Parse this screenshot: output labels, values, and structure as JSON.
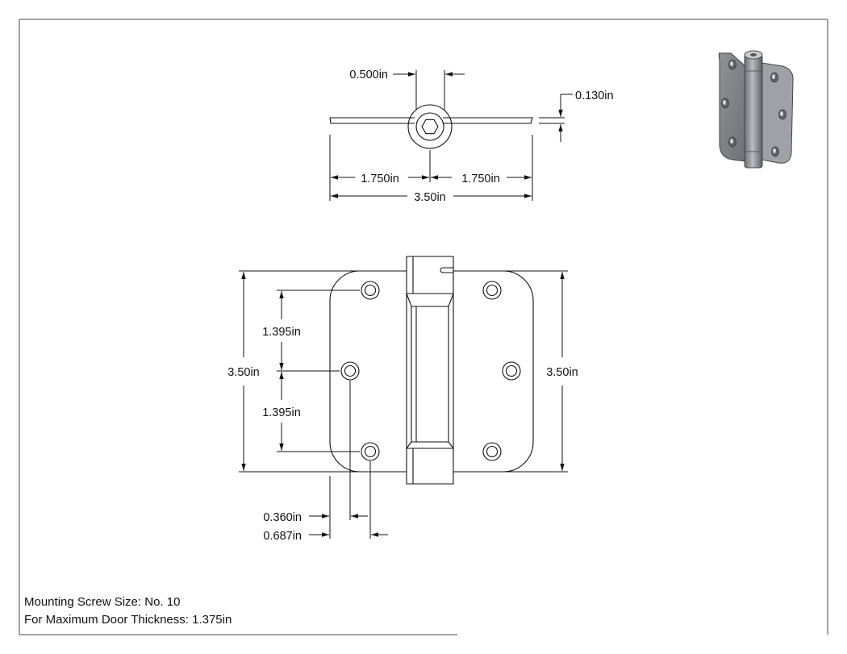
{
  "top_view": {
    "dims": {
      "pin_diameter": "0.500in",
      "leaf_thickness": "0.130in",
      "half_width_left": "1.750in",
      "half_width_right": "1.750in",
      "overall_width": "3.50in"
    }
  },
  "front_view": {
    "dims": {
      "overall_height_left": "3.50in",
      "overall_height_right": "3.50in",
      "hole_spacing_upper": "1.395in",
      "hole_spacing_lower": "1.395in",
      "hole_edge_offset_a": "0.360in",
      "hole_edge_offset_b": "0.687in"
    }
  },
  "notes": {
    "screw_size": "Mounting Screw Size: No. 10",
    "door_thickness": "For Maximum Door Thickness: 1.375in"
  }
}
